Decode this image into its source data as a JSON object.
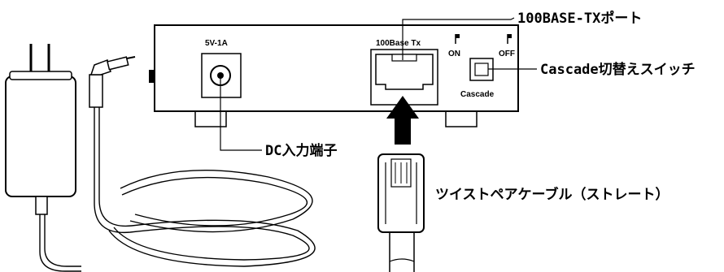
{
  "device": {
    "power_label": "5V-1A",
    "port_label": "100Base Tx",
    "on_label": "ON",
    "off_label": "OFF",
    "switch_label": "Cascade"
  },
  "callouts": {
    "port": "100BASE-TXポート",
    "switch": "Cascade切替えスイッチ",
    "dc": "DC入力端子",
    "cable": "ツイストペアケーブル（ストレート）"
  }
}
